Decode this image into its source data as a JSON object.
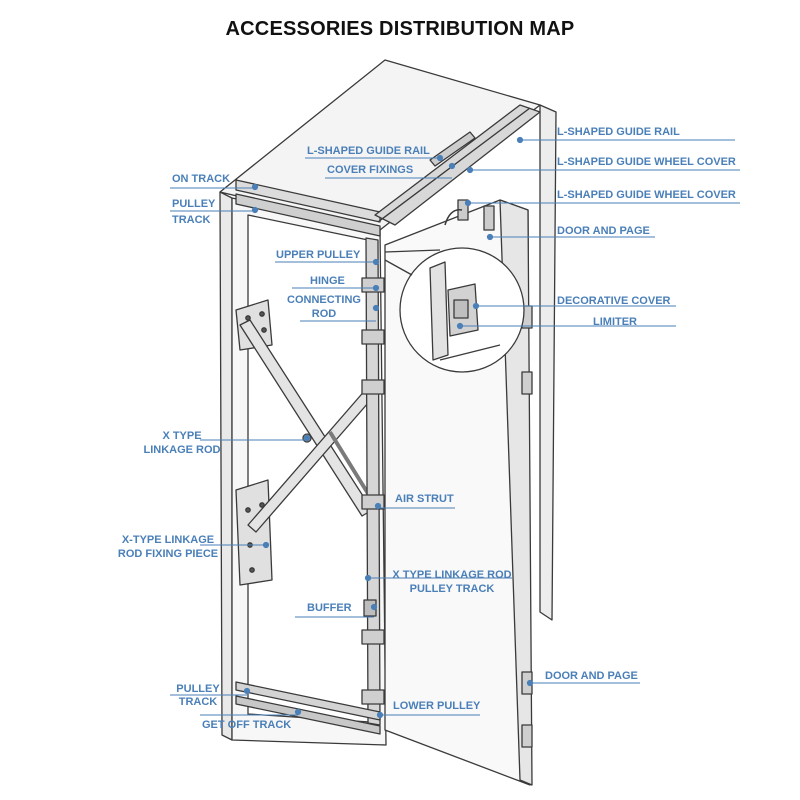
{
  "title": "ACCESSORIES DISTRIBUTION MAP",
  "colors": {
    "accent": "#4a7fb8",
    "outline": "#3a3a3a",
    "title": "#111111"
  },
  "labels": {
    "on_track": "ON TRACK",
    "pulley_track_top_1": "PULLEY",
    "pulley_track_top_2": "TRACK",
    "l_shaped_guide_rail_left": "L-SHAPED GUIDE RAIL",
    "cover_fixings": "COVER FIXINGS",
    "l_shaped_guide_rail_right": "L-SHAPED GUIDE RAIL",
    "l_shaped_guide_wheel_cover_1": "L-SHAPED GUIDE WHEEL COVER",
    "l_shaped_guide_wheel_cover_2": "L-SHAPED GUIDE WHEEL COVER",
    "door_and_page_top": "DOOR AND PAGE",
    "upper_pulley": "UPPER PULLEY",
    "hinge": "HINGE",
    "connecting_rod_1": "CONNECTING",
    "connecting_rod_2": "ROD",
    "decorative_cover": "DECORATIVE COVER",
    "limiter": "LIMITER",
    "x_type_linkage_rod_1": "X TYPE",
    "x_type_linkage_rod_2": "LINKAGE ROD",
    "air_strut": "AIR STRUT",
    "x_type_fixing_1": "X-TYPE LINKAGE",
    "x_type_fixing_2": "ROD FIXING PIECE",
    "x_type_pulley_track_1": "X TYPE LINKAGE ROD",
    "x_type_pulley_track_2": "PULLEY TRACK",
    "buffer": "BUFFER",
    "pulley_track_bottom_1": "PULLEY",
    "pulley_track_bottom_2": "TRACK",
    "lower_pulley": "LOWER PULLEY",
    "get_off_track": "GET OFF TRACK",
    "door_and_page_bottom": "DOOR AND PAGE"
  }
}
